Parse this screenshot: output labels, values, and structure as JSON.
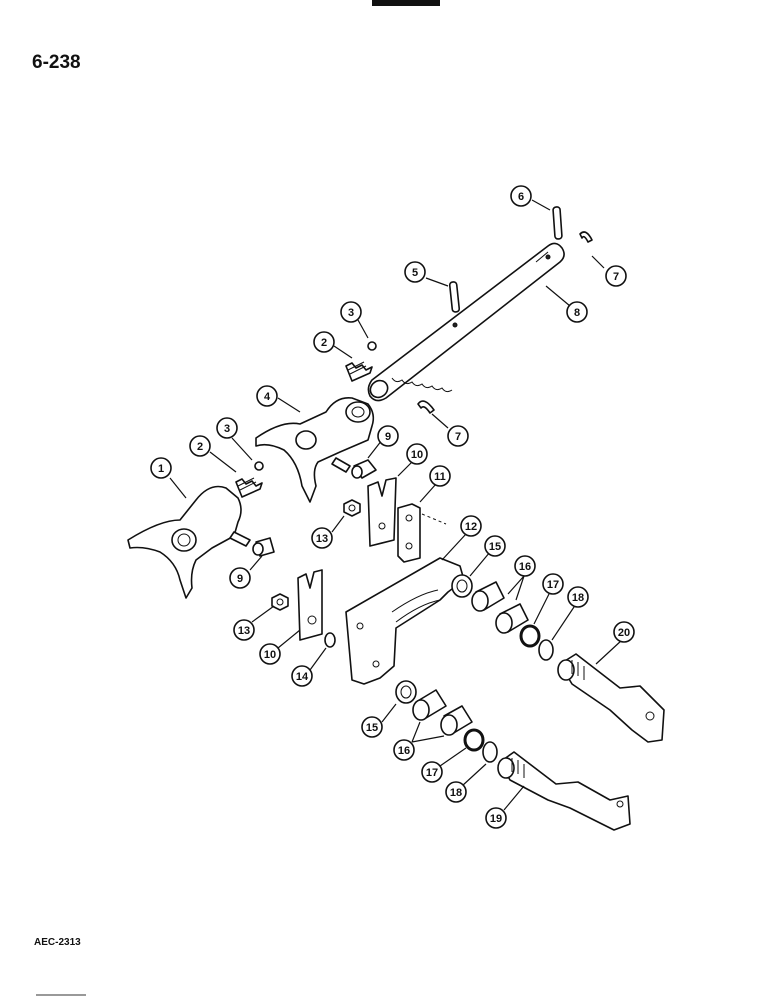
{
  "page": {
    "number": "6-238",
    "figure_code": "AEC-2313"
  },
  "callouts": [
    {
      "label": "1"
    },
    {
      "label": "2"
    },
    {
      "label": "3"
    },
    {
      "label": "2"
    },
    {
      "label": "3"
    },
    {
      "label": "4"
    },
    {
      "label": "5"
    },
    {
      "label": "6"
    },
    {
      "label": "7"
    },
    {
      "label": "8"
    },
    {
      "label": "7"
    },
    {
      "label": "9"
    },
    {
      "label": "9"
    },
    {
      "label": "10"
    },
    {
      "label": "11"
    },
    {
      "label": "13"
    },
    {
      "label": "12"
    },
    {
      "label": "15"
    },
    {
      "label": "16"
    },
    {
      "label": "17"
    },
    {
      "label": "18"
    },
    {
      "label": "20"
    },
    {
      "label": "13"
    },
    {
      "label": "10"
    },
    {
      "label": "14"
    },
    {
      "label": "15"
    },
    {
      "label": "16"
    },
    {
      "label": "17"
    },
    {
      "label": "18"
    },
    {
      "label": "19"
    }
  ],
  "colors": {
    "ink": "#111111",
    "paper": "#ffffff"
  }
}
